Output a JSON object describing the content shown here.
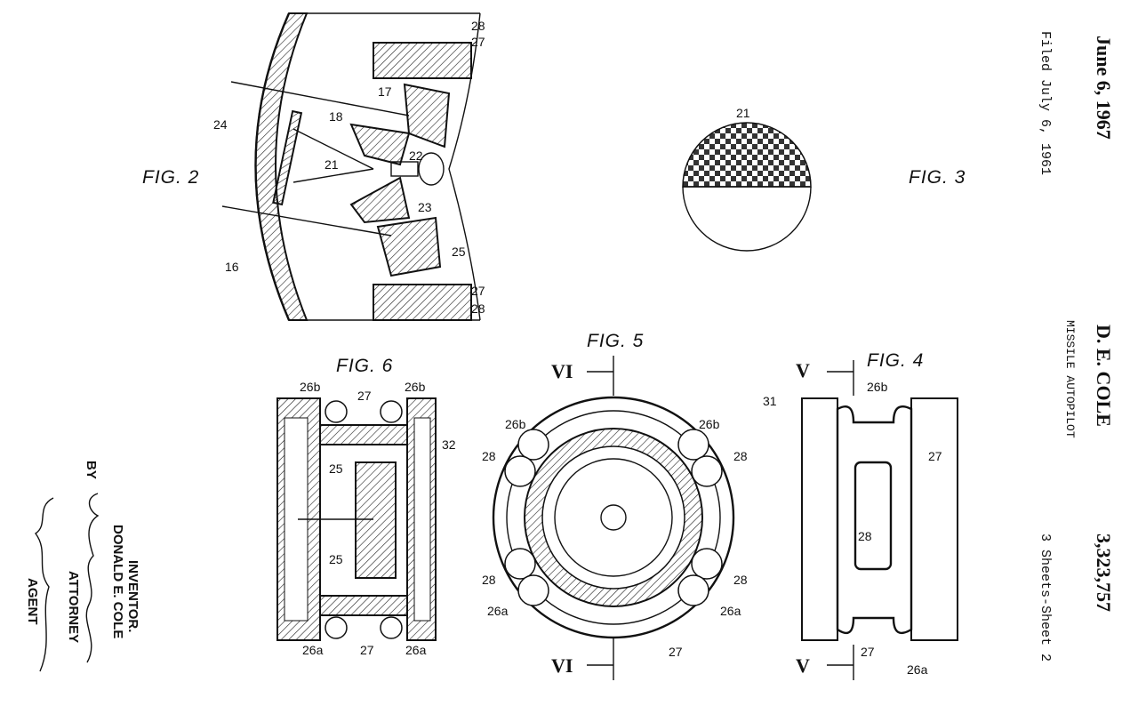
{
  "header": {
    "date": "June 6, 1967",
    "filed": "Filed July 6, 1961",
    "inventor_name": "D. E. COLE",
    "title": "MISSILE AUTOPILOT",
    "patent_number": "3,323,757",
    "sheets": "3 Sheets-Sheet 2"
  },
  "signature_block": {
    "inventor_label": "INVENTOR.",
    "inventor": "DONALD E. COLE",
    "by": "BY",
    "attorney_label": "ATTORNEY",
    "agent_label": "AGENT"
  },
  "fig2": {
    "title": "FIG. 2",
    "labels": [
      "28",
      "27",
      "17",
      "18",
      "24",
      "22",
      "21",
      "23",
      "25",
      "16",
      "27",
      "28"
    ]
  },
  "fig3": {
    "title": "FIG. 3",
    "labels": [
      "21"
    ]
  },
  "fig6": {
    "title": "FIG. 6",
    "labels": [
      "26b",
      "27",
      "26b",
      "32",
      "25",
      "25",
      "26a",
      "27",
      "26a"
    ]
  },
  "fig5": {
    "title": "FIG. 5",
    "section_top": "VI",
    "section_bottom": "VI",
    "labels": [
      "26b",
      "26b",
      "28",
      "28",
      "28",
      "28",
      "26a",
      "26a",
      "27"
    ]
  },
  "fig4": {
    "title": "FIG. 4",
    "section_top": "V",
    "section_bottom": "V",
    "labels": [
      "31",
      "26b",
      "27",
      "28",
      "27",
      "26a"
    ]
  }
}
